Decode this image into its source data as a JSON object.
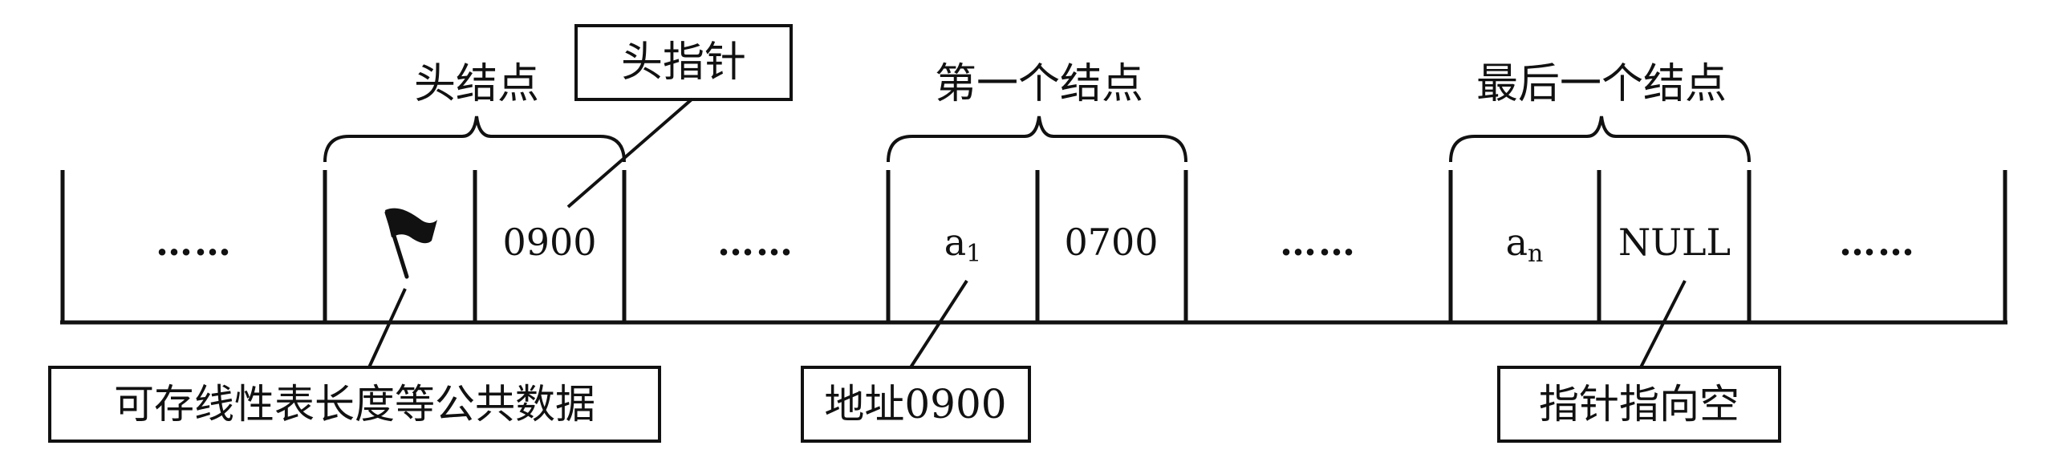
{
  "diagram": {
    "head_node_label": "头结点",
    "head_pointer_label": "头指针",
    "first_node_label": "第一个结点",
    "last_node_label": "最后一个结点",
    "cells": {
      "dots_1": "……",
      "head_flag_icon": "flag-icon",
      "head_next": "0900",
      "dots_2": "……",
      "first_data_base": "a",
      "first_data_sub": "1",
      "first_next": "0700",
      "dots_3": "……",
      "last_data_base": "a",
      "last_data_sub": "n",
      "last_next": "NULL",
      "dots_4": "……"
    },
    "head_data_note": "可存线性表长度等公共数据",
    "address_note": "地址0900",
    "null_note": "指针指向空"
  }
}
